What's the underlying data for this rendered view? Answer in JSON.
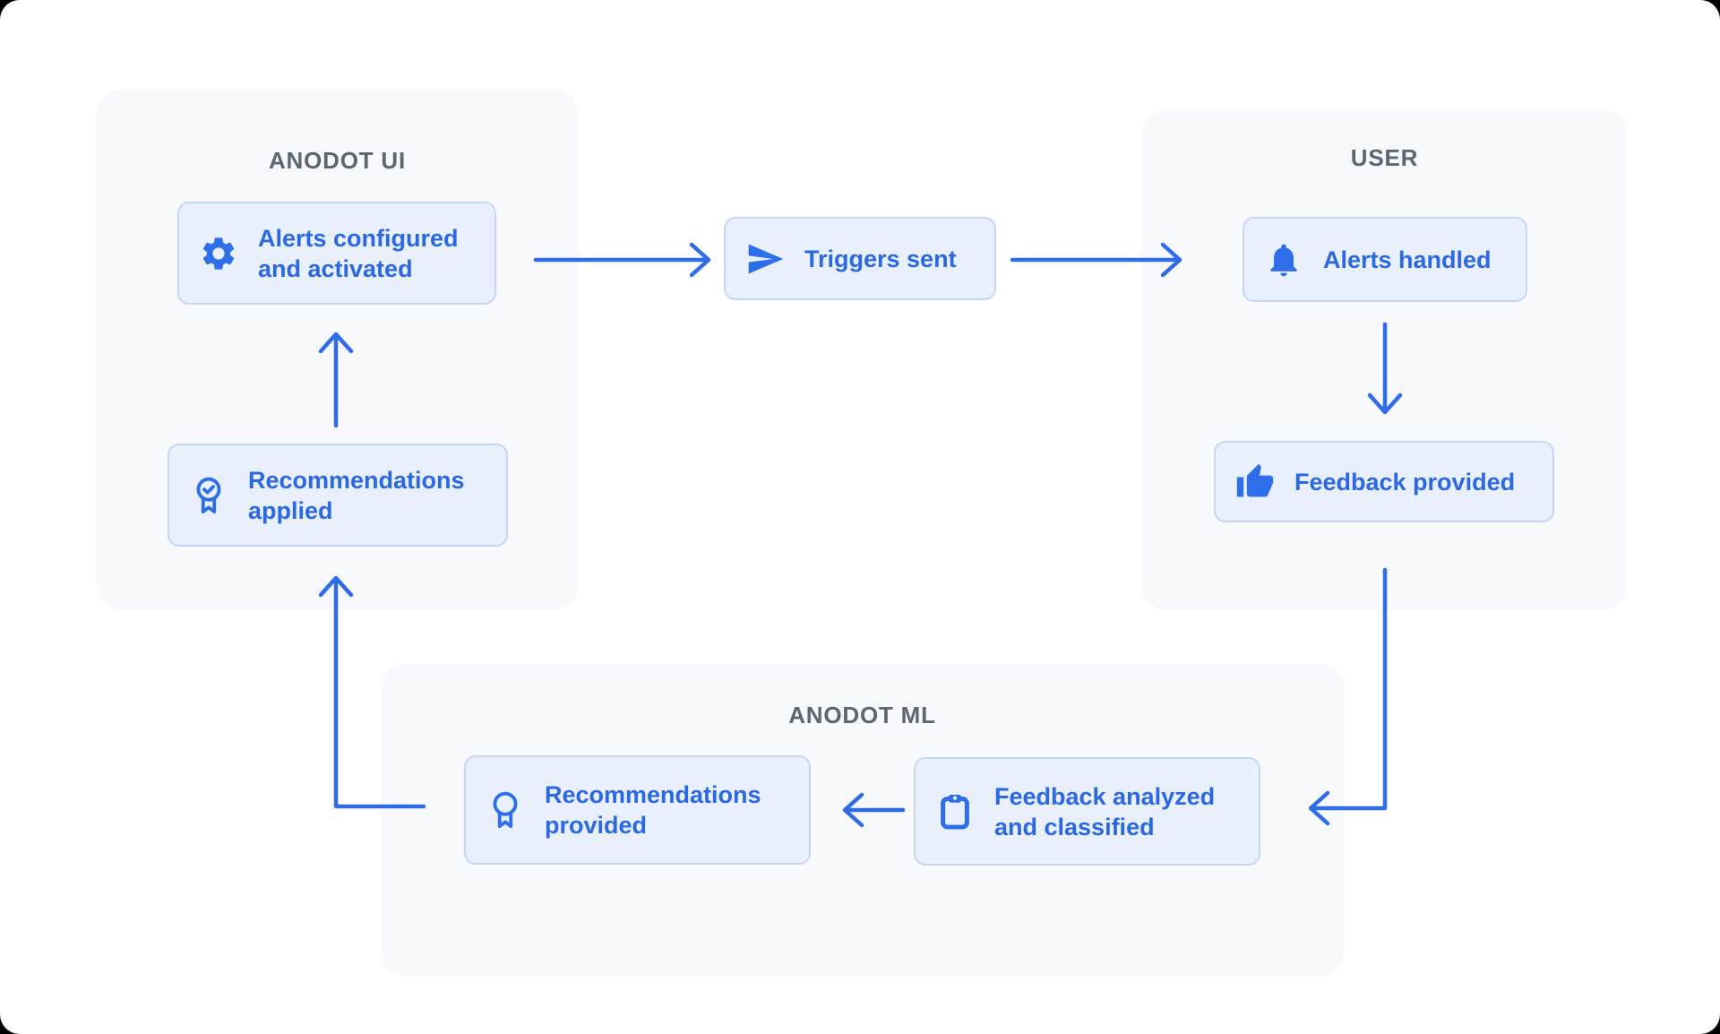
{
  "diagram": {
    "groups": {
      "anodot_ui": {
        "title": "ANODOT UI"
      },
      "user": {
        "title": "USER"
      },
      "anodot_ml": {
        "title": "ANODOT ML"
      }
    },
    "nodes": {
      "alerts_configured": {
        "label": "Alerts configured\nand activated",
        "icon": "gear-icon",
        "group": "anodot_ui"
      },
      "triggers_sent": {
        "label": "Triggers sent",
        "icon": "send-icon",
        "group": "none"
      },
      "alerts_handled": {
        "label": "Alerts handled",
        "icon": "bell-icon",
        "group": "user"
      },
      "feedback_provided": {
        "label": "Feedback provided",
        "icon": "thumb-up-icon",
        "group": "user"
      },
      "feedback_analyzed": {
        "label": "Feedback analyzed\nand classified",
        "icon": "clipboard-icon",
        "group": "anodot_ml"
      },
      "recommendations_provided": {
        "label": "Recommendations\nprovided",
        "icon": "award-icon",
        "group": "anodot_ml"
      },
      "recommendations_applied": {
        "label": "Recommendations\napplied",
        "icon": "award-check-icon",
        "group": "anodot_ui"
      }
    },
    "edges": [
      {
        "from": "alerts_configured",
        "to": "triggers_sent"
      },
      {
        "from": "triggers_sent",
        "to": "alerts_handled"
      },
      {
        "from": "alerts_handled",
        "to": "feedback_provided"
      },
      {
        "from": "feedback_provided",
        "to": "feedback_analyzed"
      },
      {
        "from": "feedback_analyzed",
        "to": "recommendations_provided"
      },
      {
        "from": "recommendations_provided",
        "to": "recommendations_applied"
      },
      {
        "from": "recommendations_applied",
        "to": "alerts_configured"
      }
    ],
    "colors": {
      "accent_text": "#2c68e2",
      "accent_icon": "#2e6fe9",
      "arrow": "#2f6ce6",
      "card_bg": "#e8effd",
      "card_border": "#c5d6f8",
      "group_bg": "#f7f9fd",
      "title_text": "#5b6671",
      "canvas_bg": "#ffffff"
    }
  }
}
